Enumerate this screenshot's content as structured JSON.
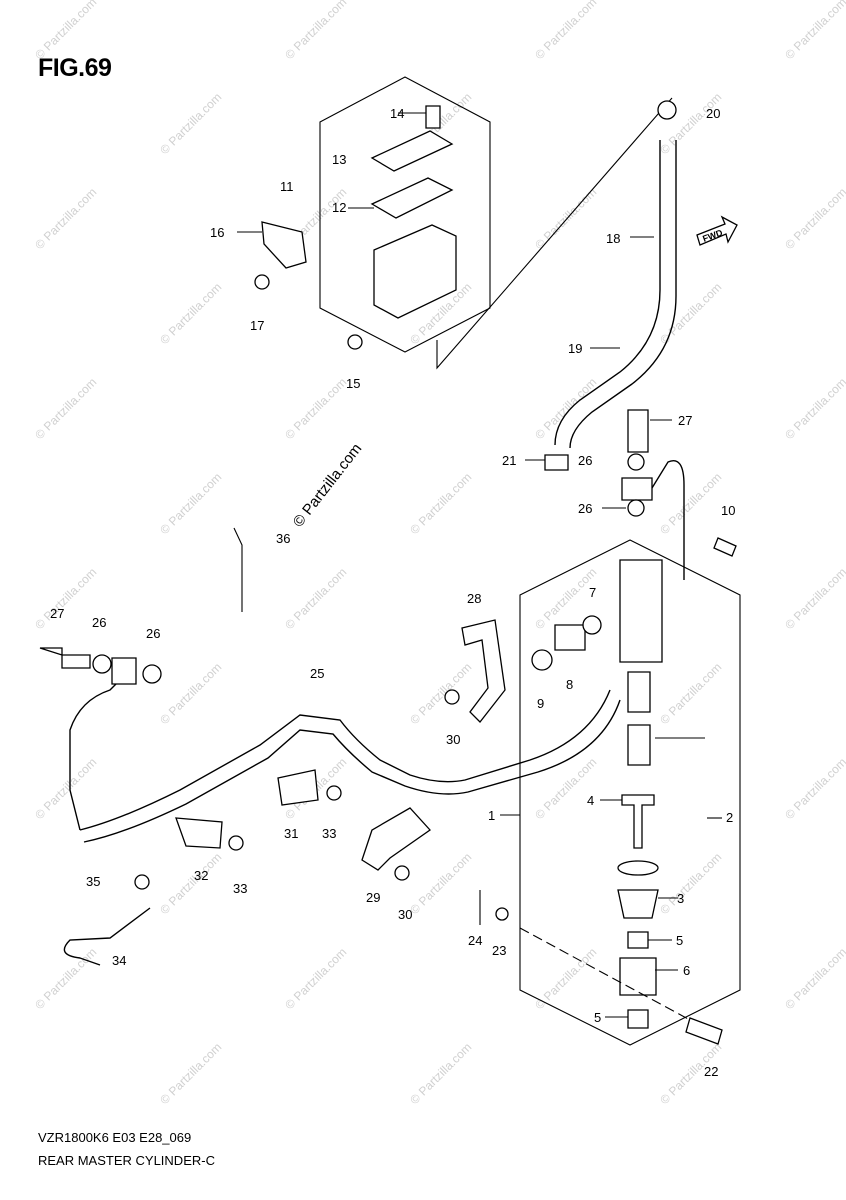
{
  "figure": {
    "title": "FIG.69"
  },
  "watermark": {
    "text": "© Partzilla.com"
  },
  "callouts": [
    {
      "id": "c1",
      "label": "1"
    },
    {
      "id": "c2",
      "label": "2"
    },
    {
      "id": "c3",
      "label": "3"
    },
    {
      "id": "c4",
      "label": "4"
    },
    {
      "id": "c5a",
      "label": "5"
    },
    {
      "id": "c5b",
      "label": "5"
    },
    {
      "id": "c6",
      "label": "6"
    },
    {
      "id": "c7",
      "label": "7"
    },
    {
      "id": "c8",
      "label": "8"
    },
    {
      "id": "c9",
      "label": "9"
    },
    {
      "id": "c10",
      "label": "10"
    },
    {
      "id": "c11",
      "label": "11"
    },
    {
      "id": "c12",
      "label": "12"
    },
    {
      "id": "c13",
      "label": "13"
    },
    {
      "id": "c14",
      "label": "14"
    },
    {
      "id": "c15",
      "label": "15"
    },
    {
      "id": "c16",
      "label": "16"
    },
    {
      "id": "c17",
      "label": "17"
    },
    {
      "id": "c18",
      "label": "18"
    },
    {
      "id": "c19",
      "label": "19"
    },
    {
      "id": "c20",
      "label": "20"
    },
    {
      "id": "c21",
      "label": "21"
    },
    {
      "id": "c22",
      "label": "22"
    },
    {
      "id": "c23",
      "label": "23"
    },
    {
      "id": "c24",
      "label": "24"
    },
    {
      "id": "c25",
      "label": "25"
    },
    {
      "id": "c26a",
      "label": "26"
    },
    {
      "id": "c26b",
      "label": "26"
    },
    {
      "id": "c26c",
      "label": "26"
    },
    {
      "id": "c26d",
      "label": "26"
    },
    {
      "id": "c27a",
      "label": "27"
    },
    {
      "id": "c27b",
      "label": "27"
    },
    {
      "id": "c28",
      "label": "28"
    },
    {
      "id": "c29",
      "label": "29"
    },
    {
      "id": "c30a",
      "label": "30"
    },
    {
      "id": "c30b",
      "label": "30"
    },
    {
      "id": "c31",
      "label": "31"
    },
    {
      "id": "c32",
      "label": "32"
    },
    {
      "id": "c33a",
      "label": "33"
    },
    {
      "id": "c33b",
      "label": "33"
    },
    {
      "id": "c34",
      "label": "34"
    },
    {
      "id": "c35",
      "label": "35"
    },
    {
      "id": "c36",
      "label": "36"
    }
  ],
  "fwd_label": "FWD",
  "footer": {
    "code": "VZR1800K6 E03 E28_069",
    "name": "REAR MASTER CYLINDER-C"
  }
}
